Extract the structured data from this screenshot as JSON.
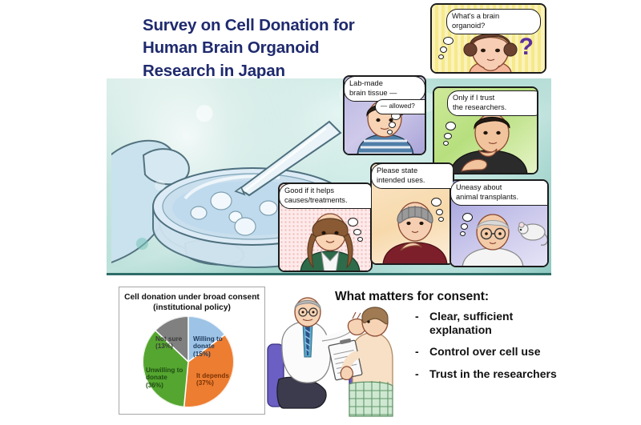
{
  "title": {
    "line1": "Survey on Cell Donation for",
    "line2": "Human Brain Organoid",
    "line3": "Research in Japan",
    "color": "#1f2a6e"
  },
  "illustration": {
    "scene_name": "gloved-hand-holding-petri-dish-with-brain-organoids-and-pipette"
  },
  "comic_panels": [
    {
      "id": "woman-question",
      "speech": "What's a brain\norganoid?",
      "character": "curious-woman",
      "extra_glyph": "?",
      "background": "yellow-stripes"
    },
    {
      "id": "boy",
      "speech": "Lab-made\nbrain tissue —",
      "speech2": "— allowed?",
      "character": "boy-in-striped-shirt",
      "background": "purple"
    },
    {
      "id": "man-trust",
      "speech": "Only if I trust\nthe researchers.",
      "character": "thinking-man",
      "background": "green"
    },
    {
      "id": "young-woman",
      "speech": "Good if it helps\ncauses/treatments.",
      "character": "young-woman",
      "background": "pink-dots"
    },
    {
      "id": "older-woman",
      "speech": "Please state\nintended uses.",
      "character": "older-woman",
      "background": "cream"
    },
    {
      "id": "older-man",
      "speech": "Uneasy about\nanimal transplants.",
      "character": "older-man-with-mouse",
      "background": "blue-purple"
    }
  ],
  "chart_data": {
    "type": "pie",
    "title": "Cell donation under broad consent\n(institutional policy)",
    "categories": [
      "Willing to donate",
      "It depends",
      "Unwilling to donate",
      "Not sure"
    ],
    "values": [
      15,
      37,
      36,
      13
    ],
    "unit": "%",
    "colors": [
      "#9dc3e6",
      "#ed7d31",
      "#55a630",
      "#808080"
    ],
    "labels": [
      {
        "text": "Willing to\ndonate\n(15%)",
        "value": 15,
        "color": "#9dc3e6"
      },
      {
        "text": "It depends\n(37%)",
        "value": 37,
        "color": "#ed7d31"
      },
      {
        "text": "Unwilling to\ndonate\n(36%)",
        "value": 36,
        "color": "#55a630"
      },
      {
        "text": "Not sure\n(13%)",
        "value": 13,
        "color": "#808080"
      }
    ],
    "legend": "inside-slices",
    "grid": false
  },
  "consent": {
    "heading": "What matters for consent:",
    "items": [
      "Clear, sufficient explanation",
      "Control over cell use",
      "Trust in the researchers"
    ],
    "illustration_name": "doctor-explaining-consent-form-to-patient"
  }
}
